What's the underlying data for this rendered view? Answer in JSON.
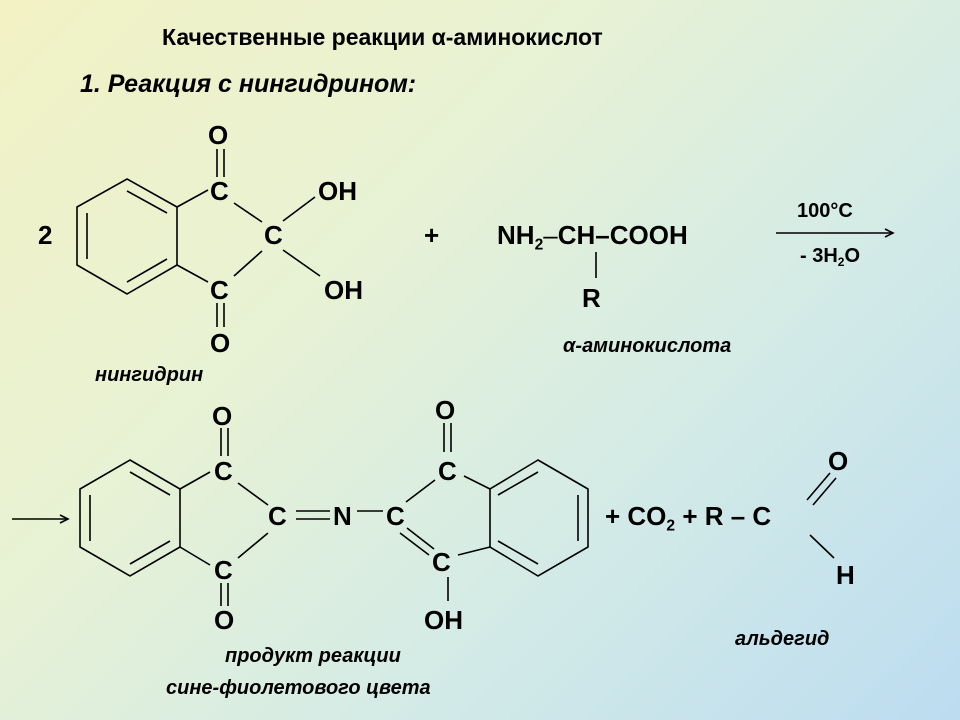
{
  "header": {
    "title_pre": "Качественные реакции ",
    "alpha": "α",
    "title_post": "-аминокислот",
    "subtitle": "1. Реакция с нингидрином:"
  },
  "reactants": {
    "coefficient": "2",
    "ninhydrin": {
      "o_top": "O",
      "c_top": "C",
      "oh_top": "OH",
      "c_center": "C",
      "c_bottom": "C",
      "oh_bottom": "OH",
      "o_bottom": "O",
      "label": "нингидрин"
    },
    "plus": "+",
    "amino_acid": {
      "nh": "NH",
      "nh_sub": "2",
      "dash1": "–",
      "chain": "CH–COOH",
      "r": "R",
      "label": "α-аминокислота"
    },
    "condition_top": "100°C",
    "condition_bottom_pre": "- 3H",
    "condition_bottom_sub": "2",
    "condition_bottom_post": "O"
  },
  "products": {
    "left": {
      "o_top": "O",
      "c_top": "C",
      "c_center": "C",
      "c_bottom": "C",
      "o_bottom": "O"
    },
    "n": "N",
    "right": {
      "o_top": "O",
      "c_top": "C",
      "c_center": "C",
      "c_bottom": "C",
      "oh_bottom": "OH"
    },
    "byproducts_pre": "+ CO",
    "byproducts_sub": "2",
    "byproducts_mid": " + R – C",
    "aldehyde_o": "O",
    "aldehyde_h": "H",
    "product_label_line1": "продукт реакции",
    "product_label_line2": "сине-фиолетового цвета",
    "aldehyde_label": "альдегид"
  }
}
